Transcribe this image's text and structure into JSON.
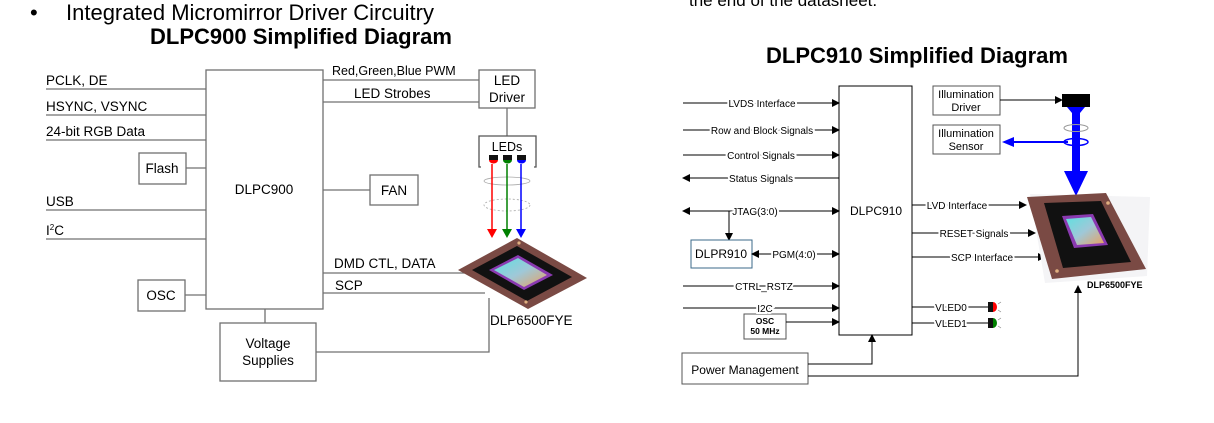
{
  "page": {
    "bullet": "•",
    "bullet_text": "Integrated Micromirror Driver Circuitry",
    "top_right_text": "the end of the datasheet."
  },
  "left_diagram": {
    "title": "DLPC900 Simplified Diagram",
    "controller": "DLPC900",
    "inputs": [
      "PCLK, DE",
      "HSYNC, VSYNC",
      "24-bit RGB Data",
      "USB",
      "I2C"
    ],
    "i2c_base": "I",
    "i2c_sup": "2",
    "i2c_tail": "C",
    "flash": "Flash",
    "osc": "OSC",
    "voltage_line1": "Voltage",
    "voltage_line2": "Supplies",
    "fan": "FAN",
    "led_driver_line1": "LED",
    "led_driver_line2": "Driver",
    "leds": "LEDs",
    "rgb_pwm": "Red,Green,Blue PWM",
    "led_strobes": "LED Strobes",
    "dmd_ctl": "DMD CTL, DATA",
    "scp": "SCP",
    "dmd": "DLP6500FYE",
    "led_colors": [
      "#ff0000",
      "#008000",
      "#0000ff"
    ]
  },
  "right_diagram": {
    "title": "DLPC910 Simplified Diagram",
    "controller": "DLPC910",
    "inputs": [
      "LVDS Interface",
      "Row and Block Signals",
      "Control Signals",
      "Status Signals",
      "JTAG(3:0)",
      "CTRL_RSTZ",
      "I2C"
    ],
    "prom": "DLPR910",
    "pgm": "PGM(4:0)",
    "osc_line1": "OSC",
    "osc_line2": "50 MHz",
    "power": "Power Management",
    "outputs": [
      "LVD Interface",
      "RESET Signals",
      "SCP Interface",
      "VLED0",
      "VLED1"
    ],
    "illum_driver_line1": "Illumination",
    "illum_driver_line2": "Driver",
    "illum_sensor_line1": "Illumination",
    "illum_sensor_line2": "Sensor",
    "dmd": "DLP6500FYE",
    "beam_color": "#0000ff",
    "vled_colors": [
      "#ff0000",
      "#008000"
    ]
  }
}
